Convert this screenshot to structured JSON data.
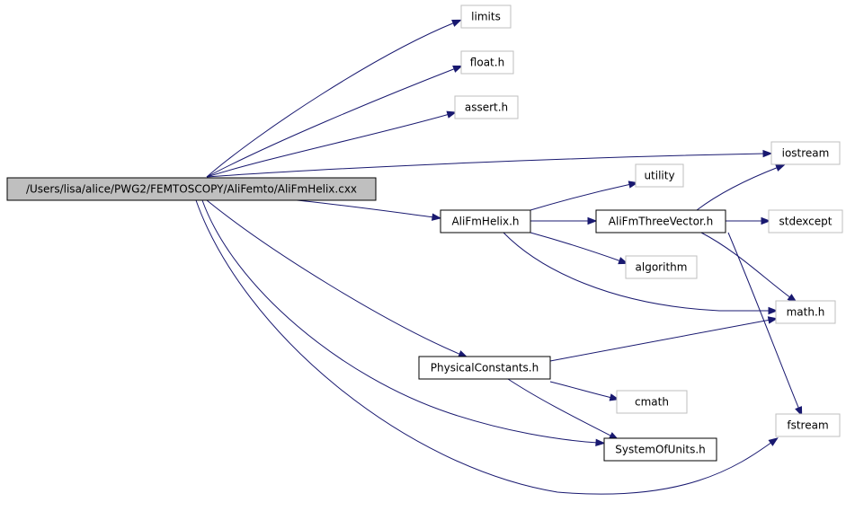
{
  "diagram": {
    "nodes": [
      {
        "id": "root",
        "label": "/Users/lisa/alice/PWG2/FEMTOSCOPY/AliFemto/AliFmHelix.cxx",
        "kind": "root"
      },
      {
        "id": "limits",
        "label": "limits",
        "kind": "ext"
      },
      {
        "id": "float",
        "label": "float.h",
        "kind": "ext"
      },
      {
        "id": "assert",
        "label": "assert.h",
        "kind": "ext"
      },
      {
        "id": "iostream",
        "label": "iostream",
        "kind": "ext"
      },
      {
        "id": "utility",
        "label": "utility",
        "kind": "ext"
      },
      {
        "id": "helix",
        "label": "AliFmHelix.h",
        "kind": "doc"
      },
      {
        "id": "threevec",
        "label": "AliFmThreeVector.h",
        "kind": "doc"
      },
      {
        "id": "stdexcept",
        "label": "stdexcept",
        "kind": "ext"
      },
      {
        "id": "algorithm",
        "label": "algorithm",
        "kind": "ext"
      },
      {
        "id": "math",
        "label": "math.h",
        "kind": "ext"
      },
      {
        "id": "physconst",
        "label": "PhysicalConstants.h",
        "kind": "doc"
      },
      {
        "id": "cmath",
        "label": "cmath",
        "kind": "ext"
      },
      {
        "id": "fstream",
        "label": "fstream",
        "kind": "ext"
      },
      {
        "id": "sysunits",
        "label": "SystemOfUnits.h",
        "kind": "doc"
      }
    ],
    "edges": [
      {
        "from": "root",
        "to": "limits"
      },
      {
        "from": "root",
        "to": "float"
      },
      {
        "from": "root",
        "to": "assert"
      },
      {
        "from": "root",
        "to": "iostream"
      },
      {
        "from": "root",
        "to": "helix"
      },
      {
        "from": "root",
        "to": "physconst"
      },
      {
        "from": "root",
        "to": "sysunits"
      },
      {
        "from": "root",
        "to": "fstream"
      },
      {
        "from": "helix",
        "to": "utility"
      },
      {
        "from": "helix",
        "to": "threevec"
      },
      {
        "from": "helix",
        "to": "algorithm"
      },
      {
        "from": "helix",
        "to": "math"
      },
      {
        "from": "threevec",
        "to": "iostream"
      },
      {
        "from": "threevec",
        "to": "stdexcept"
      },
      {
        "from": "threevec",
        "to": "math"
      },
      {
        "from": "threevec",
        "to": "fstream"
      },
      {
        "from": "physconst",
        "to": "math"
      },
      {
        "from": "physconst",
        "to": "cmath"
      },
      {
        "from": "physconst",
        "to": "sysunits"
      }
    ]
  },
  "colors": {
    "edge": "#191970",
    "root_fill": "#bfbfbf",
    "ext_border": "#bfbfbf",
    "doc_border": "#000000"
  }
}
